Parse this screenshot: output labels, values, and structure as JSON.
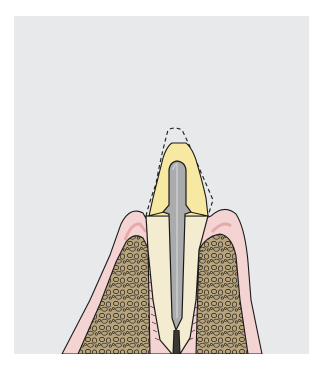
{
  "figure": {
    "panel_color": "#e8e9eb",
    "colors": {
      "gingiva": "#f4d3d3",
      "gingiva_edge": "#e8a9ad",
      "bone": "#b9a57d",
      "dentin": "#f3ecd0",
      "post": "#a9abad",
      "core_buildup": "#f7e9a2",
      "outline": "#1a1a1a"
    },
    "icons": [
      "crown-outline",
      "cast-post",
      "root-canal",
      "alveolar-bone",
      "gingiva"
    ]
  }
}
